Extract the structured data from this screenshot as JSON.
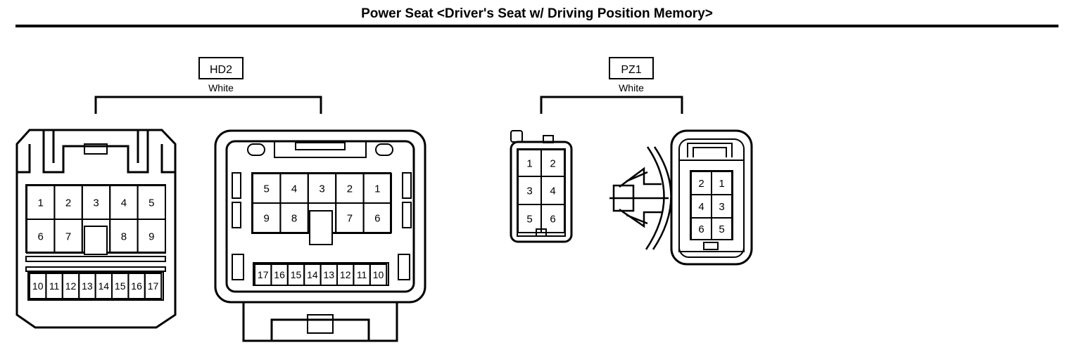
{
  "title": "Power Seat <Driver's Seat w/ Driving Position Memory>",
  "connectors": [
    {
      "code": "HD2",
      "color": "White",
      "views": [
        {
          "rows": [
            [
              "1",
              "2",
              "3",
              "4",
              "5"
            ],
            [
              "6",
              "7",
              "",
              "8",
              "9"
            ],
            [
              "10",
              "11",
              "12",
              "13",
              "14",
              "15",
              "16",
              "17"
            ]
          ]
        },
        {
          "rows": [
            [
              "5",
              "4",
              "3",
              "2",
              "1"
            ],
            [
              "9",
              "8",
              "",
              "7",
              "6"
            ],
            [
              "17",
              "16",
              "15",
              "14",
              "13",
              "12",
              "11",
              "10"
            ]
          ]
        }
      ]
    },
    {
      "code": "PZ1",
      "color": "White",
      "views": [
        {
          "rows": [
            [
              "1",
              "2"
            ],
            [
              "3",
              "4"
            ],
            [
              "5",
              "6"
            ]
          ]
        },
        {
          "rows": [
            [
              "2",
              "1"
            ],
            [
              "4",
              "3"
            ],
            [
              "6",
              "5"
            ]
          ]
        }
      ]
    }
  ]
}
